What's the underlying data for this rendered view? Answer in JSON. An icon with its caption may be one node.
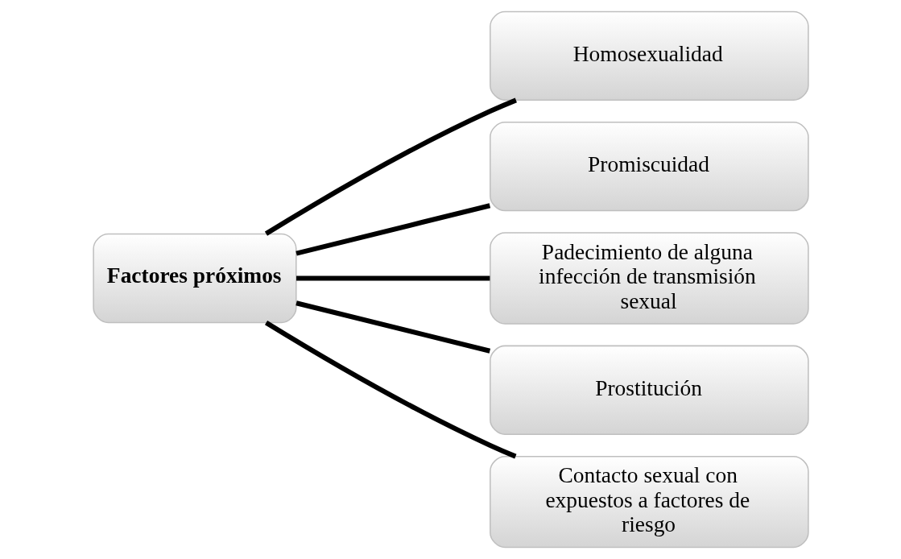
{
  "diagram": {
    "nodes": [
      {
        "text": [
          "Factores próximos"
        ]
      },
      {
        "text": [
          "Homosexualidad"
        ]
      },
      {
        "text": [
          "Promiscuidad"
        ]
      },
      {
        "text": [
          "Padecimiento de alguna infección de transmisión sexual"
        ]
      },
      {
        "text": [
          "Prostitución"
        ]
      },
      {
        "text": [
          "Contacto sexual con expuestos a factores de riesgo"
        ]
      }
    ],
    "edges": [
      {
        "from": 0,
        "to": 1,
        "arrow": "none"
      },
      {
        "from": 0,
        "to": 2,
        "arrow": "none"
      },
      {
        "from": 0,
        "to": 3,
        "arrow": "none"
      },
      {
        "from": 0,
        "to": 4,
        "arrow": "none"
      },
      {
        "from": 0,
        "to": 5,
        "arrow": "none"
      }
    ]
  }
}
